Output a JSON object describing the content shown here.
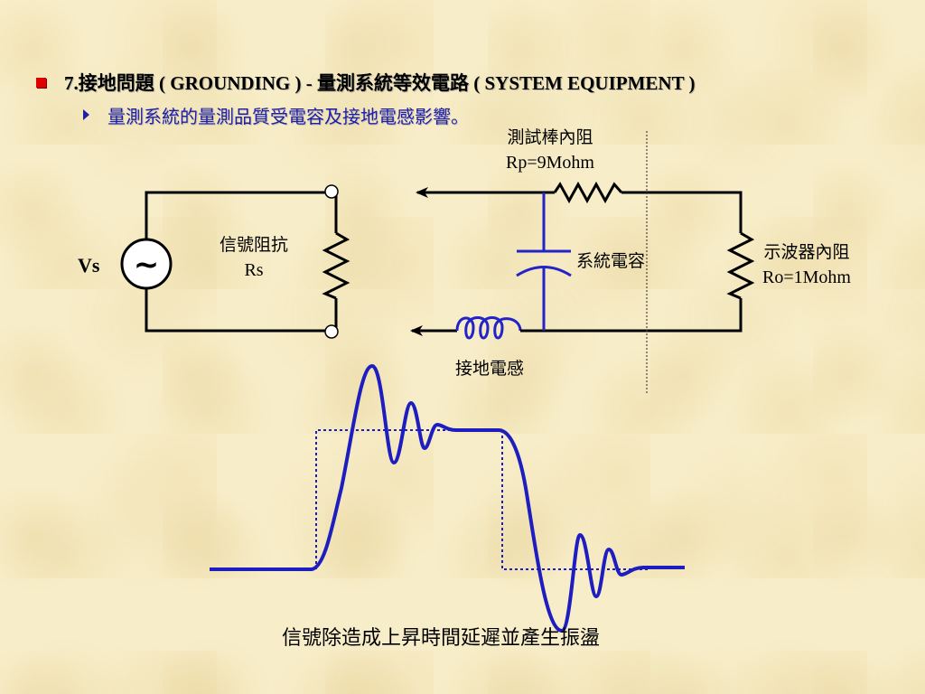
{
  "heading": {
    "title": "7.接地問題 ( GROUNDING ) - 量測系統等效電路 ( SYSTEM EQUIPMENT )",
    "subtitle": "量測系統的量測品質受電容及接地電感影響。"
  },
  "circuit": {
    "source_label": "Vs",
    "source_symbol": "~",
    "signal_resistor": {
      "name": "信號阻抗",
      "symbol": "Rs"
    },
    "probe_resistor": {
      "name": "測試棒內阻",
      "value": "Rp=9Mohm"
    },
    "system_capacitor": {
      "name": "系統電容"
    },
    "ground_inductor": {
      "name": "接地電感"
    },
    "scope_resistor": {
      "name": "示波器內阻",
      "value": "Ro=1Mohm"
    }
  },
  "waveform": {
    "caption": "信號除造成上昇時間延遲並產生振盪",
    "ideal_color": "#1e1ec0",
    "actual_color": "#1e1ec0"
  },
  "colors": {
    "wire": "#000000",
    "component_blue": "#2323c8",
    "title_bullet": "#e00000",
    "subtitle_text": "#1f1ea8"
  }
}
